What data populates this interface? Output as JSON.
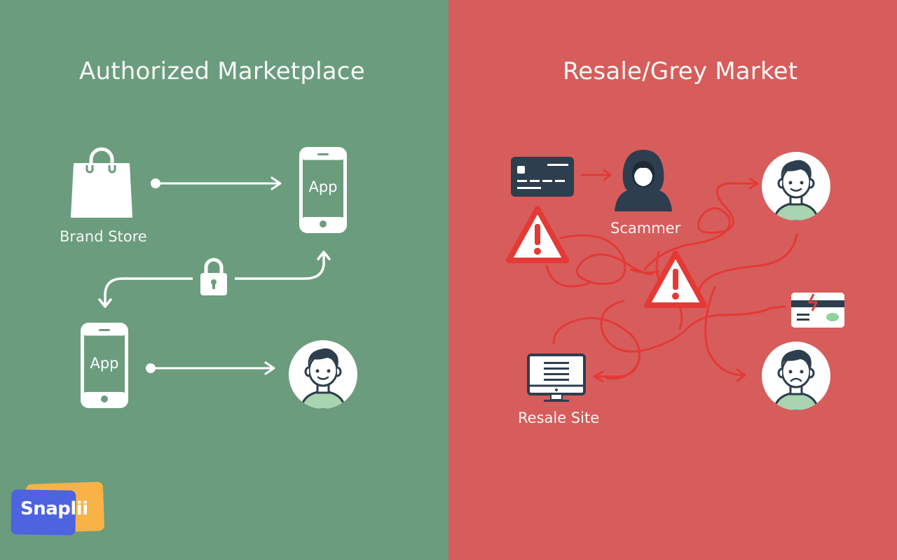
{
  "left_panel": {
    "title": "Authorized Marketplace",
    "background": "#6b9c7e",
    "brand_store_label": "Brand Store",
    "app_top_label": "App",
    "app_bottom_label": "App",
    "icons": [
      "shopping-bag-icon",
      "phone-icon",
      "lock-icon",
      "phone-icon",
      "happy-user-icon"
    ]
  },
  "right_panel": {
    "title": "Resale/Grey Market",
    "background": "#d65d5c",
    "scammer_label": "Scammer",
    "resale_site_label": "Resale Site",
    "icons": [
      "credit-card-icon",
      "hooded-scammer-icon",
      "warning-icon",
      "warning-icon",
      "happy-user-icon",
      "broken-card-icon",
      "monitor-icon",
      "sad-user-icon"
    ]
  },
  "logo": {
    "text": "Snaplii",
    "front_color": "#4d63e0",
    "back_color": "#f7b346"
  },
  "colors": {
    "arrow_white": "#ffffff",
    "arrow_red": "#e53935",
    "dark_navy": "#2d3e4e",
    "shirt_green": "#a8d4b0"
  }
}
